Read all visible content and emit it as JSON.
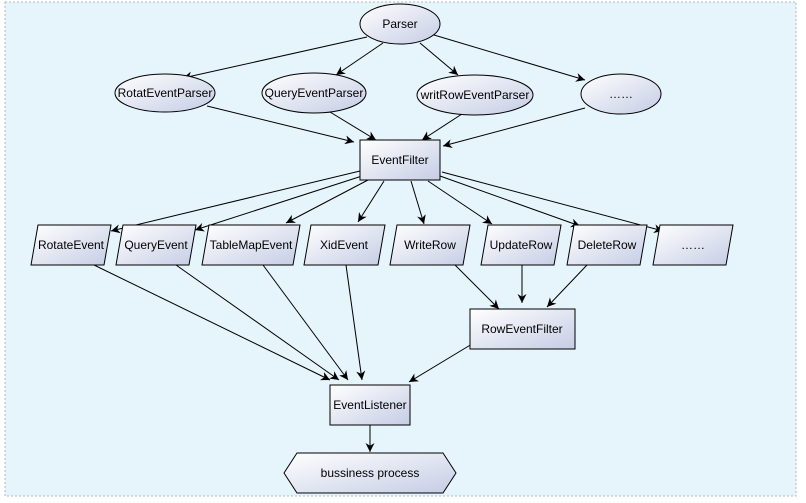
{
  "diagram": {
    "colors": {
      "background": "#e6f4fb",
      "border": "#a9bcc8",
      "node_fill_light": "#ffffff",
      "node_fill_dark": "#c5cde5",
      "node_stroke": "#000000",
      "edge": "#000000"
    },
    "nodes": {
      "parser": "Parser",
      "rotate_event_parser": "RotatEventParser",
      "query_event_parser": "QueryEventParser",
      "write_row_event_parser": "writRowEventParser",
      "more_parsers": "……",
      "event_filter": "EventFilter",
      "rotate_event": "RotateEvent",
      "query_event": "QueryEvent",
      "table_map_event": "TableMapEvent",
      "xid_event": "XidEvent",
      "write_row": "WriteRow",
      "update_row": "UpdateRow",
      "delete_row": "DeleteRow",
      "more_events": "……",
      "row_event_filter": "RowEventFilter",
      "event_listener": "EventListener",
      "business_process": "bussiness process"
    }
  }
}
